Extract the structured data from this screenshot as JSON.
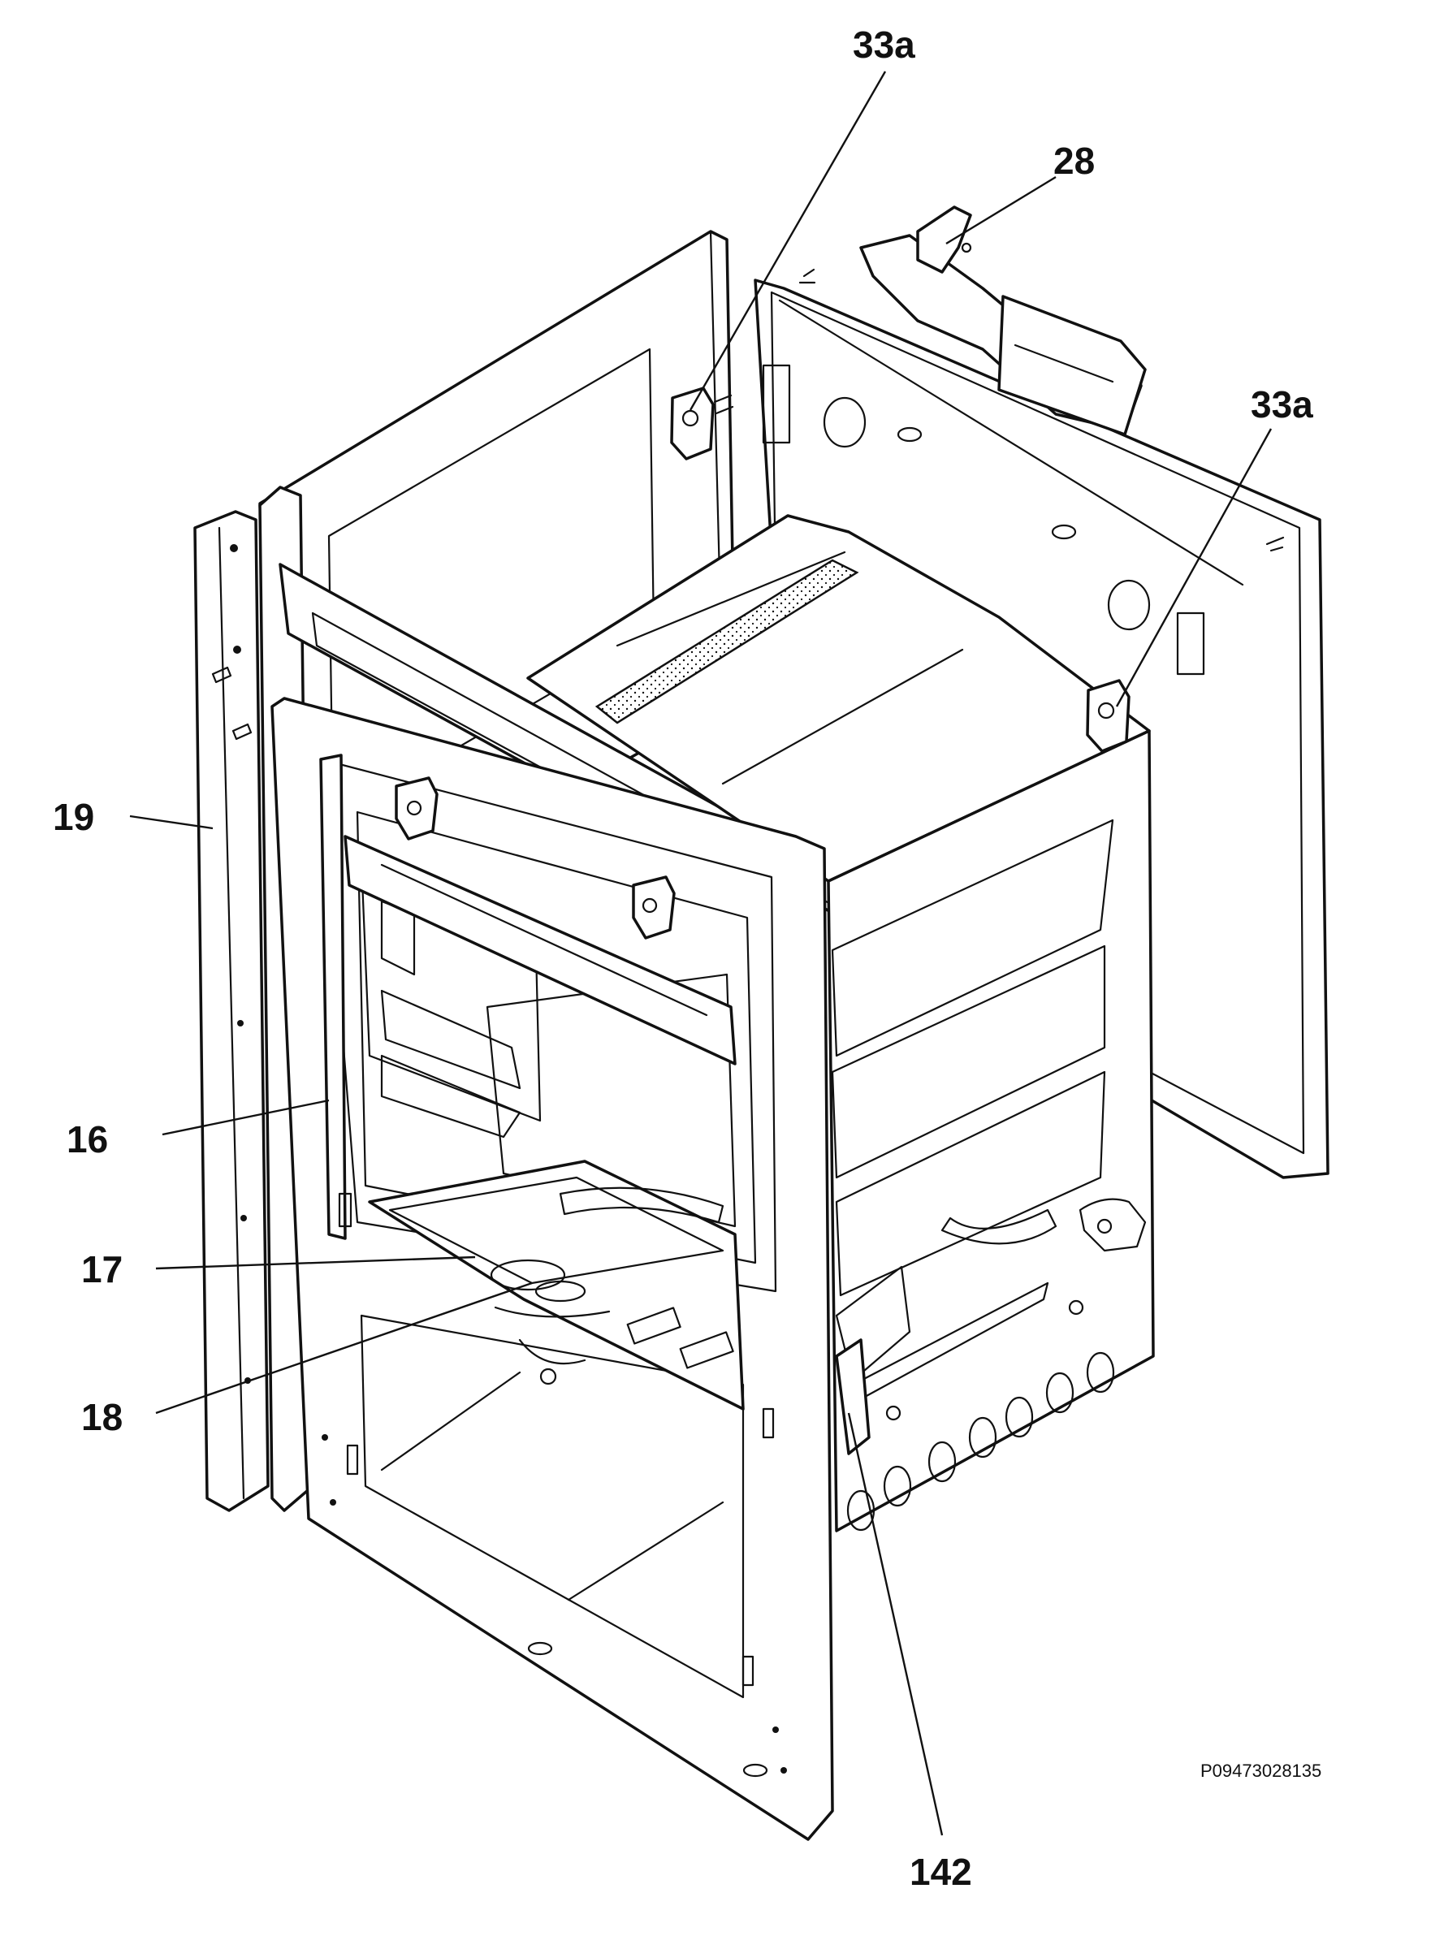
{
  "figure": {
    "ref_code": "P09473028135",
    "colors": {
      "line": "#111111",
      "background": "#ffffff"
    }
  },
  "callouts": [
    {
      "id": "33a-top",
      "label": "33a"
    },
    {
      "id": "28",
      "label": "28"
    },
    {
      "id": "33a-right",
      "label": "33a"
    },
    {
      "id": "19",
      "label": "19"
    },
    {
      "id": "16",
      "label": "16"
    },
    {
      "id": "17",
      "label": "17"
    },
    {
      "id": "18",
      "label": "18"
    },
    {
      "id": "142",
      "label": "142"
    }
  ]
}
